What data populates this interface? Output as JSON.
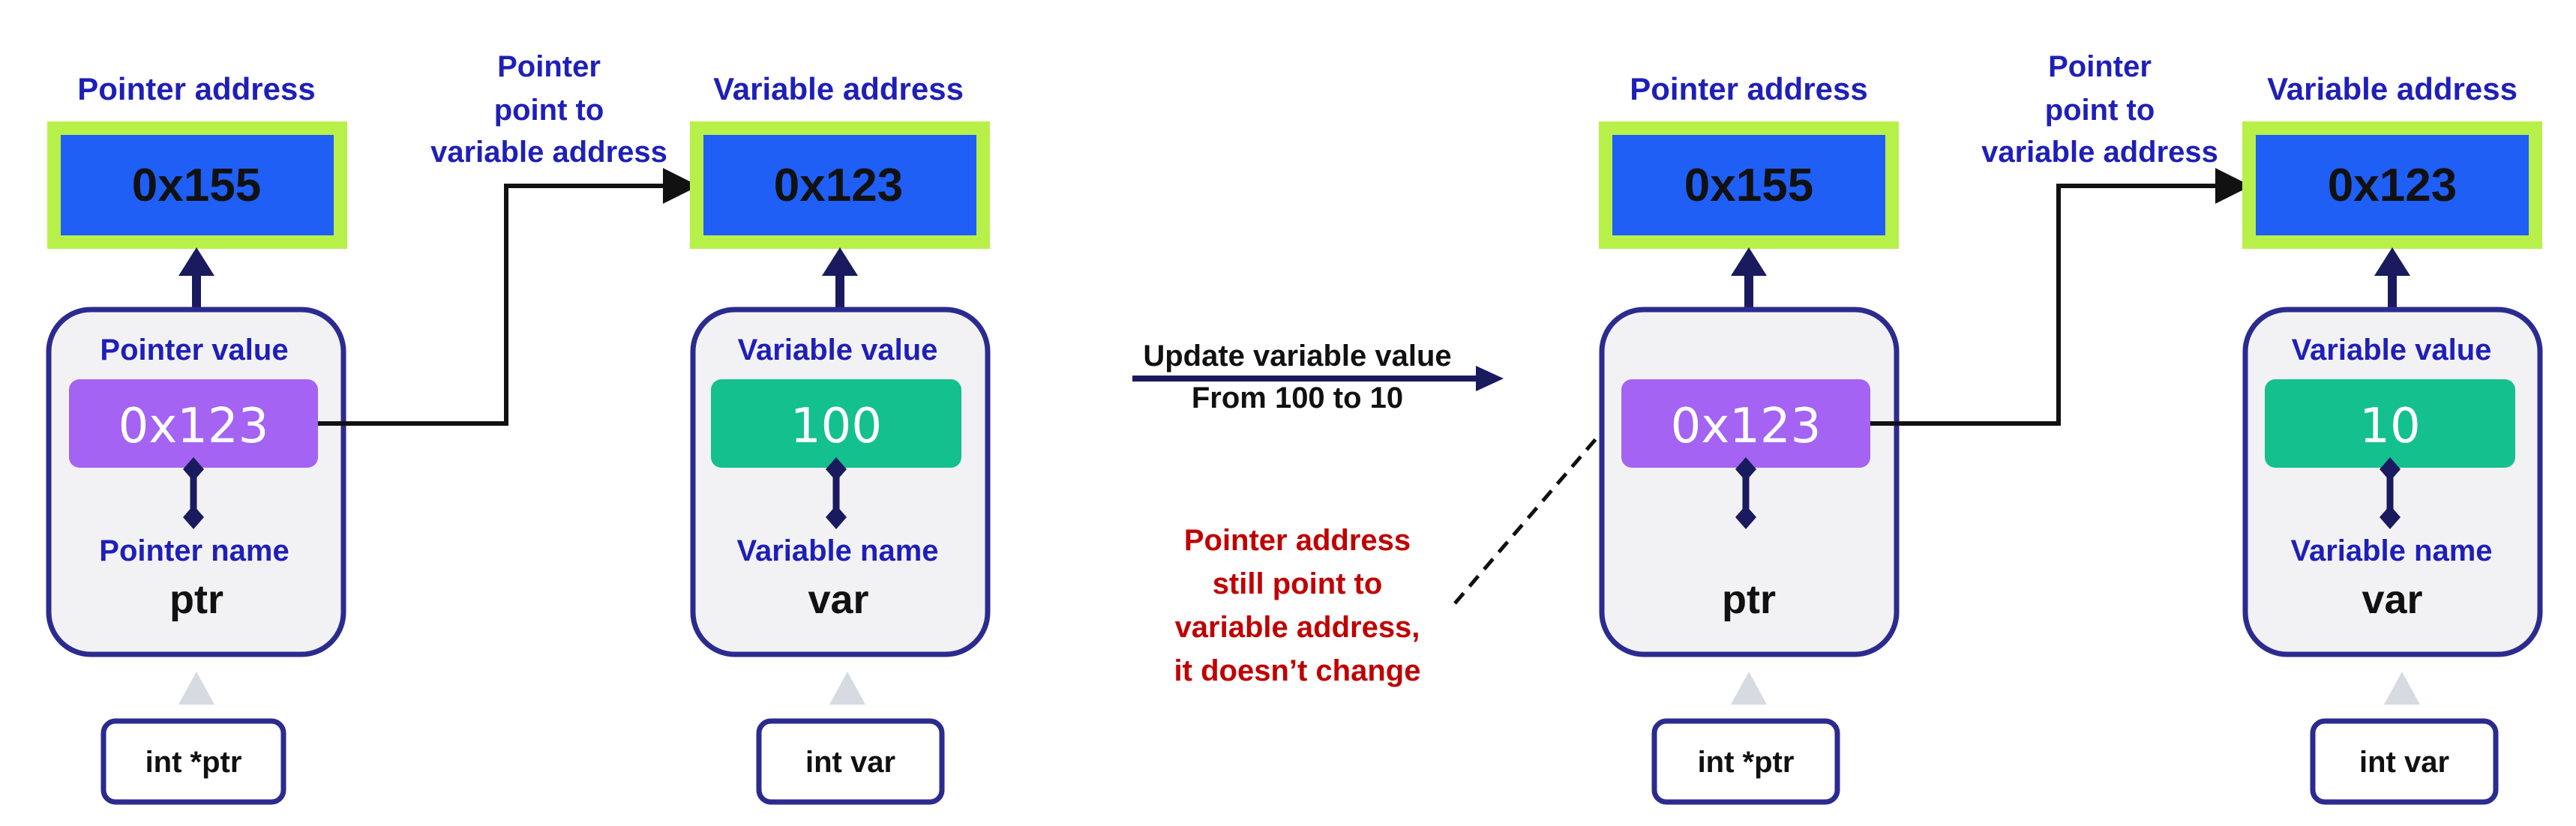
{
  "colors": {
    "address_fill": "#1f5ff5",
    "address_border": "#b8f04a",
    "pointer_value_fill": "#a463f2",
    "variable_value_fill": "#14c08e",
    "card_fill": "#f2f2f4",
    "card_border": "#2b2b8f",
    "label_blue": "#1f1fb8",
    "note_red": "#c00000",
    "connector": "#1a1a5e",
    "triangle": "#d5dbe0"
  },
  "before": {
    "pointer": {
      "address_label": "Pointer address",
      "address": "0x155",
      "value_label": "Pointer value",
      "value": "0x123",
      "name_label": "Pointer name",
      "name": "ptr",
      "declaration": "int *ptr"
    },
    "arrow_label": [
      "Pointer",
      "point to",
      "variable address"
    ],
    "variable": {
      "address_label": "Variable address",
      "address": "0x123",
      "value_label": "Variable value",
      "value": "100",
      "name_label": "Variable name",
      "name": "var",
      "declaration": "int var"
    }
  },
  "update": {
    "line1": "Update variable value",
    "line2": "From 100 to 10"
  },
  "note": {
    "lines": [
      "Pointer address",
      "still point to",
      "variable address,",
      "it doesn’t change"
    ]
  },
  "after": {
    "pointer": {
      "address_label": "Pointer address",
      "address": "0x155",
      "value": "0x123",
      "name": "ptr",
      "declaration": "int *ptr"
    },
    "arrow_label": [
      "Pointer",
      "point to",
      "variable address"
    ],
    "variable": {
      "address_label": "Variable address",
      "address": "0x123",
      "value_label": "Variable value",
      "value": "10",
      "name_label": "Variable name",
      "name": "var",
      "declaration": "int var"
    }
  }
}
